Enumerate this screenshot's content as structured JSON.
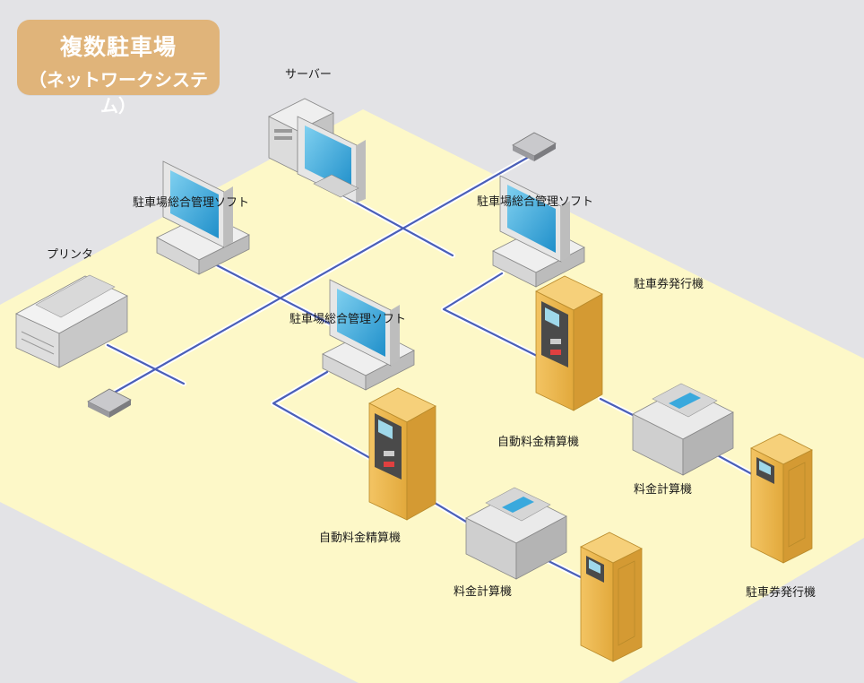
{
  "title": {
    "main": "複数駐車場",
    "sub": "（ネットワークシステム）"
  },
  "labels": {
    "server": "サーバー",
    "printer": "プリンタ",
    "pc_left": "駐車場総合管理ソフト",
    "pc_center": "駐車場総合管理ソフト",
    "pc_right": "駐車場総合管理ソフト",
    "ticket_right_top": "駐車券発行機",
    "ticket_right_bottom": "駐車券発行機",
    "payment_upper": "自動料金精算機",
    "payment_lower": "自動料金精算機",
    "calc_upper": "料金計算機",
    "calc_lower": "料金計算機"
  },
  "colors": {
    "background": "#e3e3e6",
    "floor": "#fdf8c8",
    "title_box": "#e0b47a",
    "cable": "#4a5fb8",
    "kiosk": "#e8b24a",
    "screen": "#3aa9dd"
  },
  "icons": [
    "server-icon",
    "monitor-icon",
    "printer-icon",
    "network-hub-icon",
    "payment-kiosk-icon",
    "fee-calculator-icon",
    "ticket-machine-icon"
  ]
}
